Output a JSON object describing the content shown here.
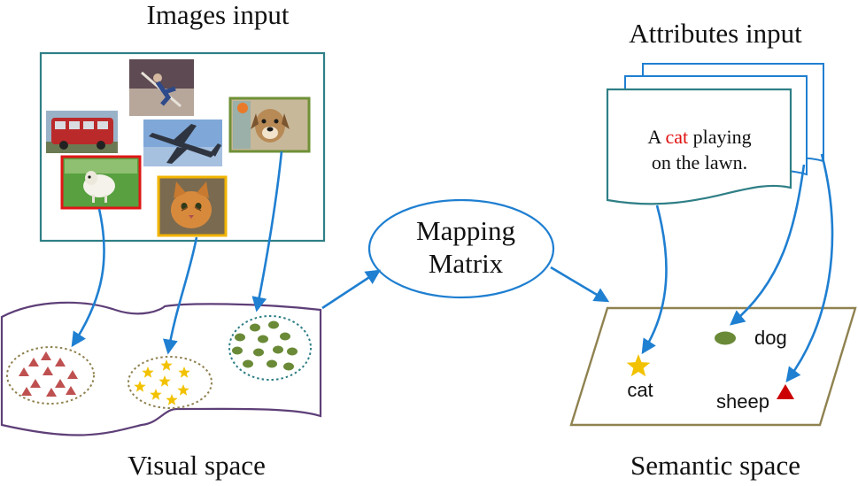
{
  "titles": {
    "images_input": "Images input",
    "attributes_input": "Attributes input",
    "visual_space": "Visual space",
    "semantic_space": "Semantic space"
  },
  "mapping": {
    "line1": "Mapping",
    "line2": "Matrix"
  },
  "attribute_doc": {
    "line1_prefix": "A ",
    "line1_highlight": "cat",
    "line1_suffix": " playing",
    "line2": "on the lawn."
  },
  "semantic_labels": {
    "dog": "dog",
    "cat": "cat",
    "sheep": "sheep"
  },
  "images": [
    {
      "name": "photo-person-icon",
      "subject": "person"
    },
    {
      "name": "photo-bus-icon",
      "subject": "bus"
    },
    {
      "name": "photo-airplane-icon",
      "subject": "airplane"
    },
    {
      "name": "photo-dog-icon",
      "subject": "dog"
    },
    {
      "name": "photo-sheep-icon",
      "subject": "sheep"
    },
    {
      "name": "photo-cat-icon",
      "subject": "cat"
    }
  ],
  "colors": {
    "arrow": "#1f7fd1",
    "image_frame": "#2f7f86",
    "visual_plane": "#5e3f78",
    "semantic_plane": "#8f8250",
    "sheep_mark": "#bf5050",
    "cat_mark": "#f2c200",
    "dog_mark": "#6a8a37",
    "highlight_text": "#e01010",
    "sheep_border": "#e01515",
    "cat_border": "#f1b400",
    "dog_border": "#6f9136"
  }
}
